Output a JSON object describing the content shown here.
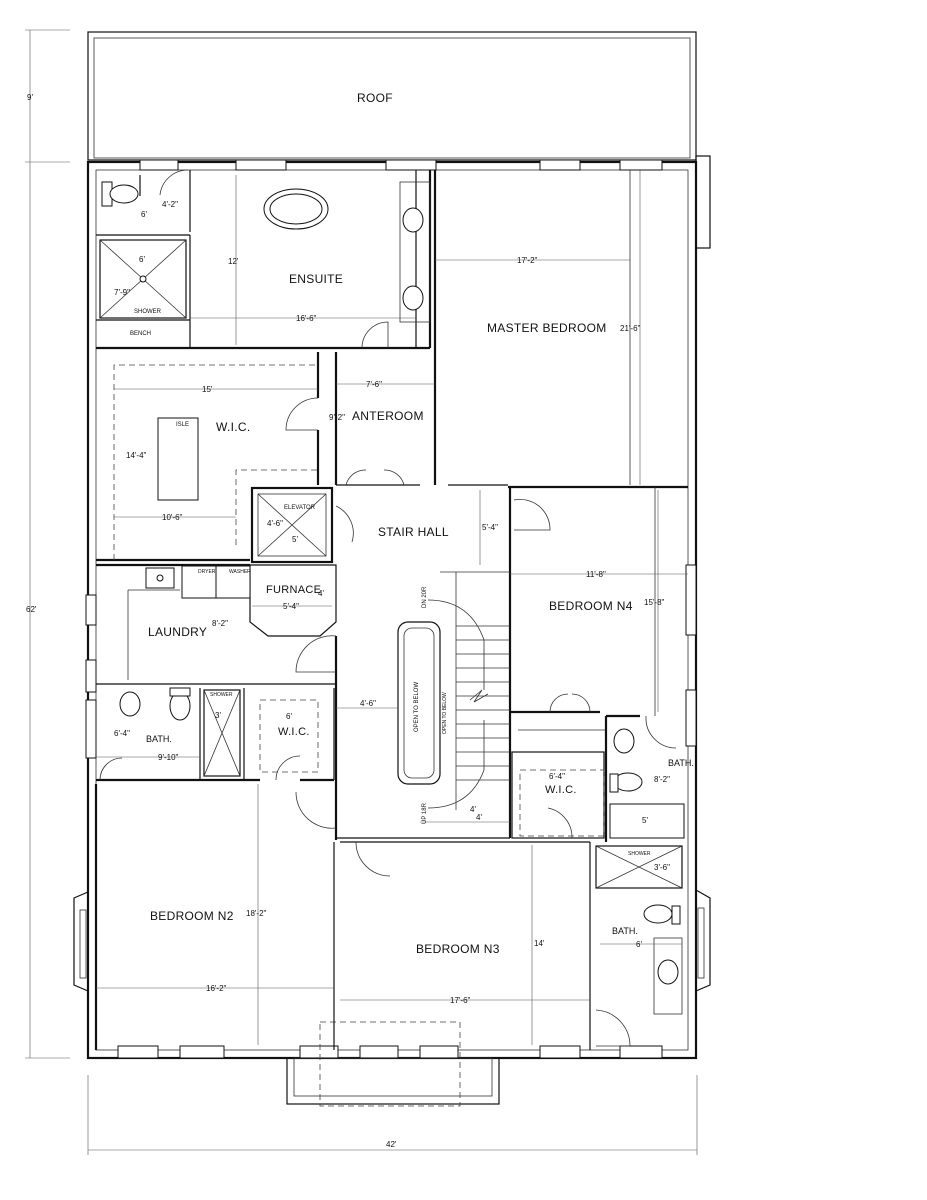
{
  "rooms": {
    "roof": "ROOF",
    "ensuite": "ENSUITE",
    "master_bedroom": "MASTER BEDROOM",
    "wic_main": "W.I.C.",
    "anteroom": "ANTEROOM",
    "stair_hall": "STAIR HALL",
    "elevator": "ELEVATOR",
    "furnace": "FURNACE",
    "laundry": "LAUNDRY",
    "bedroom_n4": "BEDROOM N4",
    "bath_left": "BATH.",
    "wic_small": "W.I.C.",
    "wic_right": "W.I.C.",
    "bath_right_upper": "BATH.",
    "bedroom_n2": "BEDROOM N2",
    "bedroom_n3": "BEDROOM N3",
    "bath_right_lower": "BATH."
  },
  "fixtures": {
    "shower_1": "SHOWER",
    "bench": "BENCH",
    "isle": "ISLE",
    "dryer": "DRYER",
    "washer": "WASHER",
    "shower_2": "SHOWER",
    "shower_3": "SHOWER",
    "dn": "DN 20R",
    "open_below_1": "OPEN TO BELOW",
    "open_below_2": "OPEN TO BELOW",
    "up": "UP 18R"
  },
  "dimensions": {
    "roof_depth": "9'",
    "total_depth": "62'",
    "total_width": "42'",
    "ensuite_4_2": "4'-2\"",
    "ensuite_6": "6'",
    "shower_6": "6'",
    "shower_7_9": "7'-9\"",
    "ensuite_12": "12'",
    "ensuite_16_6": "16'-6\"",
    "master_17_2": "17'-2\"",
    "master_21_6": "21'-6\"",
    "ante_7_6": "7'-6\"",
    "ante_9_2": "9'-2\"",
    "wic_15": "15'",
    "wic_14_4": "14'-4\"",
    "wic_10_6": "10'-6\"",
    "elev_4_6": "4'-6\"",
    "elev_5": "5'",
    "hall_5_4": "5'-4\"",
    "n4_11_8": "11'-8\"",
    "n4_15_8": "15'-8\"",
    "furnace_4": "4'",
    "furnace_5_4": "5'-4\"",
    "laundry_8_2": "8'-2\"",
    "bath_6_4": "6'-4\"",
    "bath_9_10": "9'-10\"",
    "shower_3": "3'",
    "wic_6": "6'",
    "hall_4_6": "4'-6\"",
    "wicr_6_4": "6'-4\"",
    "bathr_8_2": "8'-2\"",
    "bathr_5": "5'",
    "stair_4a": "4'",
    "stair_4b": "4'",
    "shower_3_6": "3'-6\"",
    "bath_6": "6'",
    "n2_18_2": "18'-2\"",
    "n2_16_2": "16'-2\"",
    "n3_14": "14'",
    "n3_17_6": "17'-6\""
  }
}
